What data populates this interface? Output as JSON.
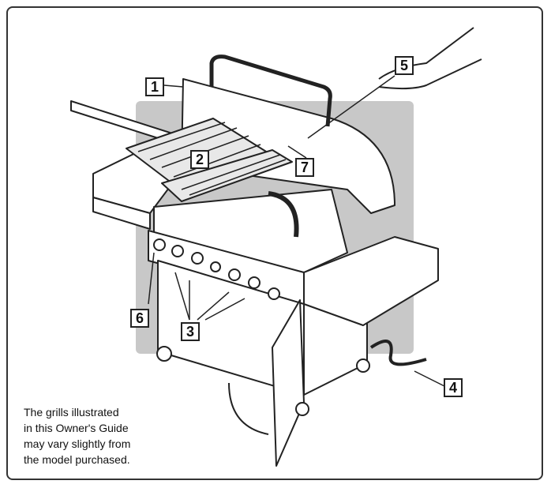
{
  "callouts": [
    "1",
    "2",
    "3",
    "4",
    "5",
    "6",
    "7"
  ],
  "note_lines": [
    "The grills illustrated",
    "in this Owner's Guide",
    "may vary slightly from",
    "the model purchased."
  ],
  "colors": {
    "stroke": "#222222",
    "shade": "#c8c8c8",
    "fill": "#ffffff"
  }
}
